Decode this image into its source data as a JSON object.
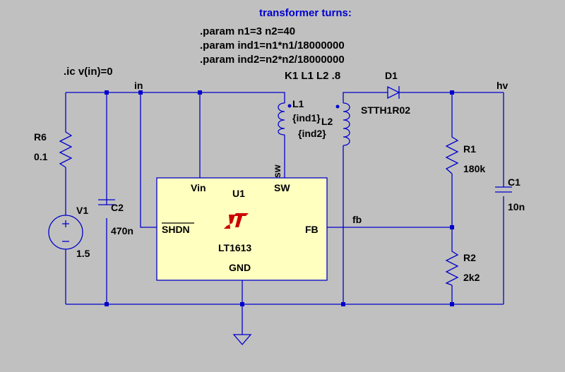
{
  "comment_title": "transformer turns:",
  "directives": [
    ".param n1=3 n2=40",
    ".param ind1=n1*n1/18000000",
    ".param ind2=n2*n2/18000000",
    ".ic v(in)=0",
    "K1 L1 L2 .8"
  ],
  "nets": {
    "in": "in",
    "hv": "hv",
    "fb": "fb",
    "sw": "sw"
  },
  "components": {
    "R6": {
      "name": "R6",
      "value": "0.1"
    },
    "V1": {
      "name": "V1",
      "value": "1.5"
    },
    "C2": {
      "name": "C2",
      "value": "470n"
    },
    "L1": {
      "name": "L1",
      "value": "{ind1}"
    },
    "L2": {
      "name": "L2",
      "value": "{ind2}"
    },
    "D1": {
      "name": "D1",
      "value": "STTH1R02"
    },
    "R1": {
      "name": "R1",
      "value": "180k"
    },
    "R2": {
      "name": "R2",
      "value": "2k2"
    },
    "C1": {
      "name": "C1",
      "value": "10n"
    },
    "U1": {
      "name": "U1",
      "part": "LT1613",
      "pins": {
        "vin": "Vin",
        "sw": "SW",
        "shdn": "SHDN",
        "fb": "FB",
        "gnd": "GND"
      }
    }
  },
  "colors": {
    "background": "#c0c0c0",
    "wire": "#0000cc",
    "ic_fill": "#ffffc0",
    "logo": "#cc0000",
    "text": "#000000"
  }
}
